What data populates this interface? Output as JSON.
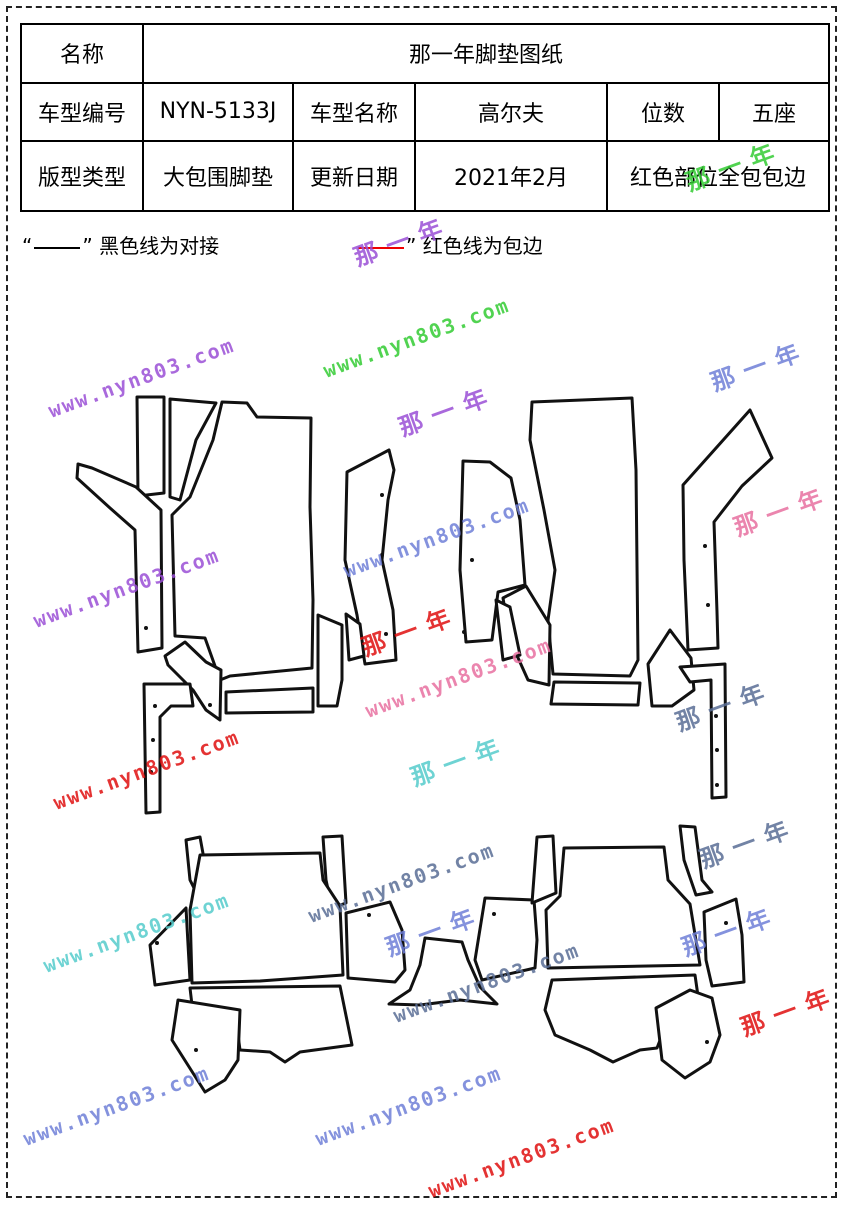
{
  "table": {
    "title_label": "名称",
    "title_value": "那一年脚垫图纸",
    "row2": [
      "车型编号",
      "NYN-5133J",
      "车型名称",
      "高尔夫",
      "位数",
      "五座"
    ],
    "row3": [
      "版型类型",
      "大包围脚垫",
      "更新日期",
      "2021年2月",
      "红色部位全包包边"
    ]
  },
  "legend": {
    "black_open": "“",
    "black_close": "”",
    "black_text": "黑色线为对接",
    "red_close": "”",
    "red_text": "红色线为包边"
  },
  "watermarks": {
    "url": "www.nyn803.com",
    "brand": "那一年"
  },
  "colors": {
    "outline": "#111111",
    "border_red": "#e00000",
    "wm_purple": "#9b4fd6",
    "wm_blue": "#6f7fd8",
    "wm_pink": "#e870a0",
    "wm_red": "#e01010",
    "wm_green": "#33cc33",
    "wm_cyan": "#55cccc",
    "wm_slate": "#5a6e96"
  }
}
